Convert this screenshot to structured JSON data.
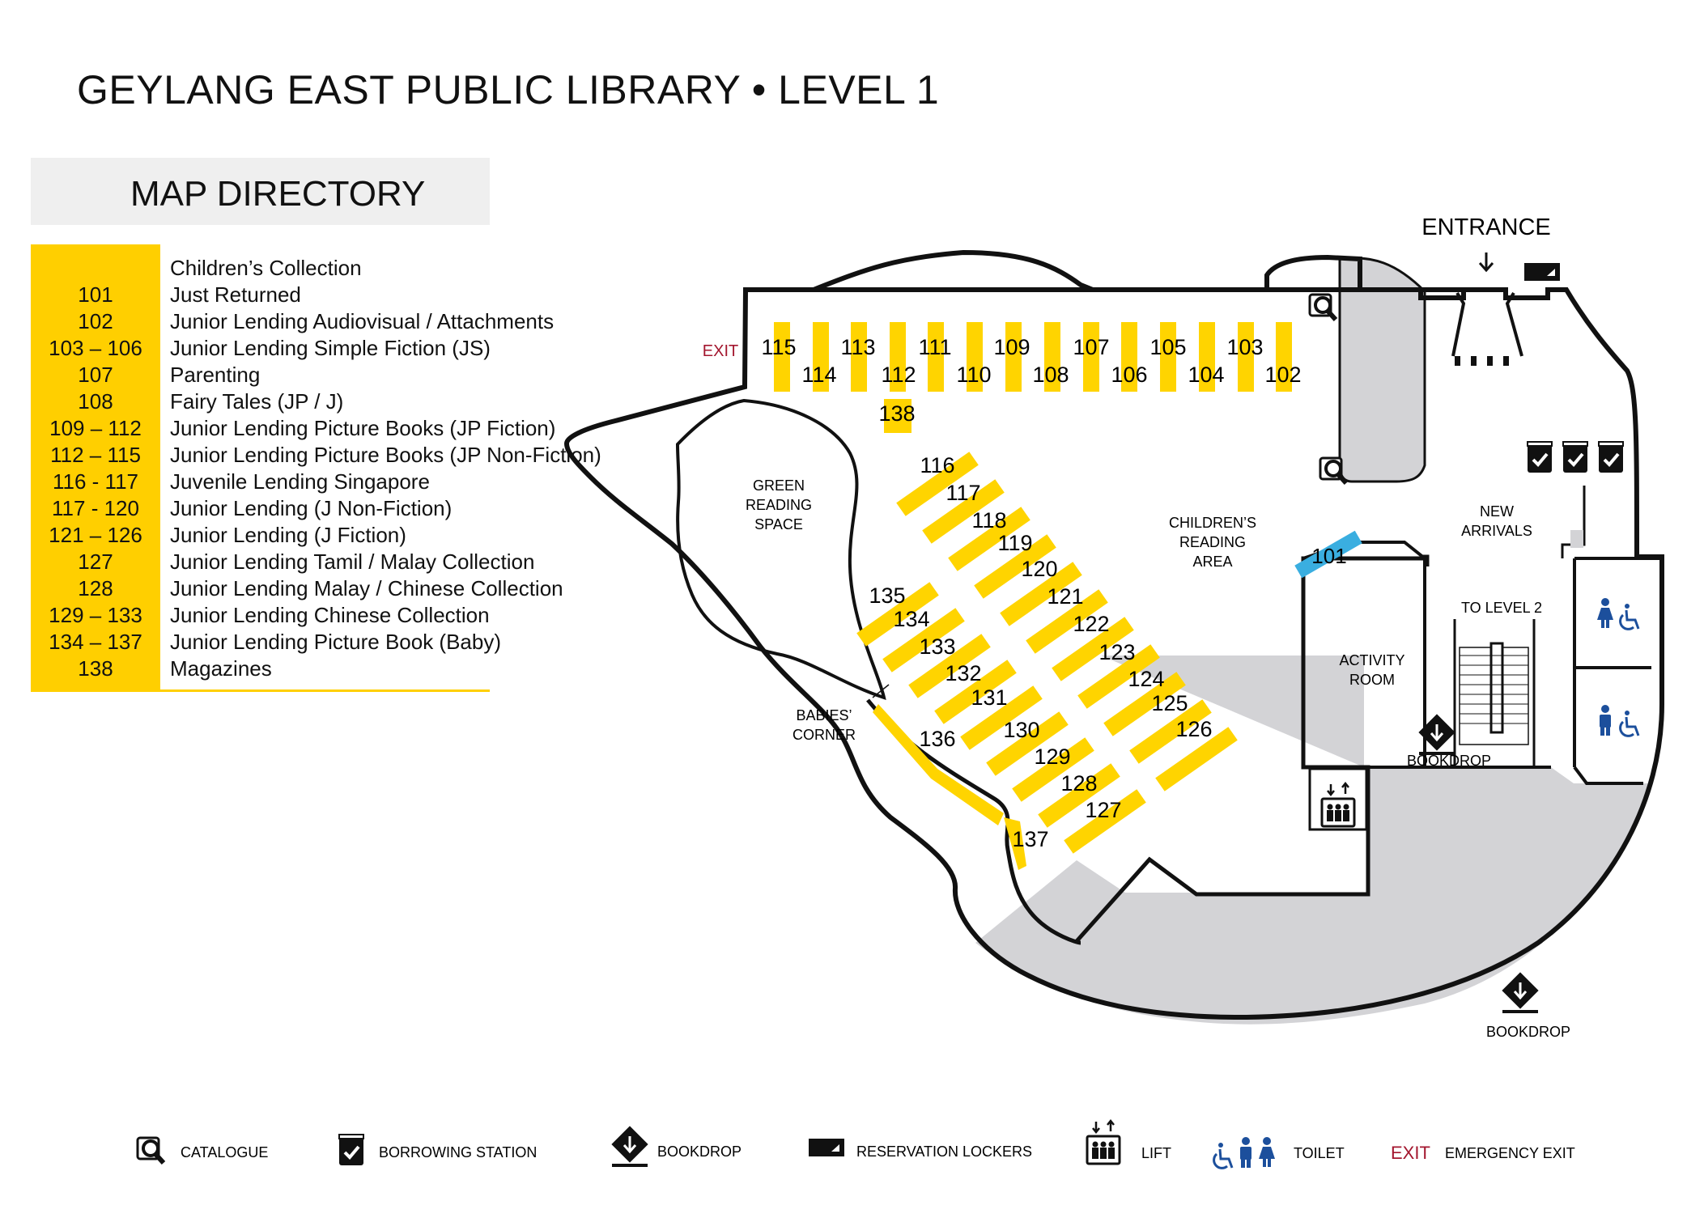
{
  "title": "GEYLANG EAST PUBLIC LIBRARY  •  LEVEL 1",
  "directory": {
    "heading": "MAP DIRECTORY",
    "section": "Children’s Collection",
    "rows": [
      {
        "code": "101",
        "label": "Just Returned"
      },
      {
        "code": "102",
        "label": "Junior Lending Audiovisual / Attachments"
      },
      {
        "code": "103 – 106",
        "label": "Junior Lending Simple Fiction (JS)"
      },
      {
        "code": "107",
        "label": "Parenting"
      },
      {
        "code": "108",
        "label": "Fairy Tales (JP / J)"
      },
      {
        "code": "109 – 112",
        "label": "Junior Lending Picture Books (JP Fiction)"
      },
      {
        "code": "112 – 115",
        "label": "Junior Lending Picture Books (JP Non-Fiction)"
      },
      {
        "code": "116 - 117",
        "label": "Juvenile Lending Singapore"
      },
      {
        "code": "117 - 120",
        "label": "Junior Lending (J Non-Fiction)"
      },
      {
        "code": "121 – 126",
        "label": "Junior Lending (J Fiction)"
      },
      {
        "code": "127",
        "label": "Junior Lending Tamil / Malay Collection"
      },
      {
        "code": "128",
        "label": "Junior Lending Malay / Chinese Collection"
      },
      {
        "code": "129 – 133",
        "label": "Junior Lending Chinese Collection"
      },
      {
        "code": "134 – 137",
        "label": "Junior Lending Picture Book (Baby)"
      },
      {
        "code": "138",
        "label": "Magazines"
      }
    ]
  },
  "map_labels": {
    "entrance": "ENTRANCE",
    "exit": "EXIT",
    "green_1": "GREEN",
    "green_2": "READING",
    "green_3": "SPACE",
    "cra_1": "CHILDREN’S",
    "cra_2": "READING",
    "cra_3": "AREA",
    "new_1": "NEW",
    "new_2": "ARRIVALS",
    "to_level2": "TO LEVEL 2",
    "activity_1": "ACTIVITY",
    "activity_2": "ROOM",
    "babies_1": "BABIES’",
    "babies_2": "CORNER",
    "bookdrop_inner": "BOOKDROP",
    "bookdrop_outer": "BOOKDROP"
  },
  "shelves_top": [
    "115",
    "114",
    "113",
    "112",
    "111",
    "110",
    "109",
    "108",
    "107",
    "106",
    "105",
    "104",
    "103",
    "102",
    "138"
  ],
  "shelves_diagonal": [
    "116",
    "117",
    "118",
    "119",
    "120",
    "121",
    "122",
    "123",
    "124",
    "125",
    "126",
    "127",
    "128",
    "129",
    "130",
    "131",
    "132",
    "133",
    "134",
    "135",
    "136",
    "137"
  ],
  "shelf_101": "101",
  "legend": {
    "catalogue": "CATALOGUE",
    "borrowing_station": "BORROWING STATION",
    "bookdrop": "BOOKDROP",
    "reservation_lockers": "RESERVATION LOCKERS",
    "lift": "LIFT",
    "toilet": "TOILET",
    "exit_word": "EXIT",
    "emergency_exit": "EMERGENCY EXIT"
  },
  "colors": {
    "shelf": "#ffd400",
    "just_returned": "#3aaee0",
    "room_grey": "#d3d3d6",
    "exit_red": "#a3162e",
    "toilet_blue": "#1c4f9c"
  }
}
